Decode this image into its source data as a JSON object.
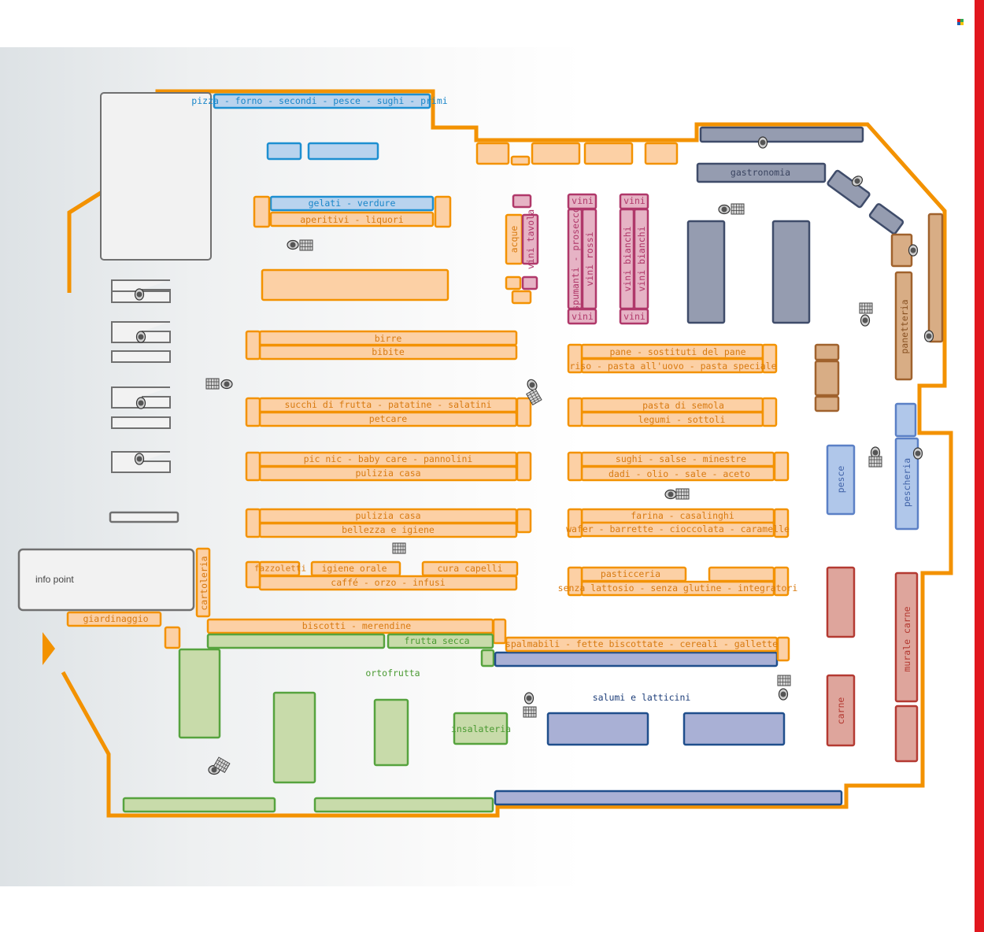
{
  "colors": {
    "wall": "#f39200",
    "orange_fill": "#fcd0a5",
    "orange_stroke": "#f39200",
    "orange_text": "#d87a10",
    "blue_fill": "#b9d3ee",
    "blue_stroke": "#1d8fd1",
    "blue_text": "#1a86c9",
    "green_fill": "#c8dbaa",
    "green_stroke": "#56a33e",
    "green_text": "#4a9a32",
    "navy_fill": "#a9b0d5",
    "navy_stroke": "#1f4e8c",
    "navy_text": "#1f3f7a",
    "slate_fill": "#959cb0",
    "slate_stroke": "#3f4c6a",
    "slate_text": "#3a4460",
    "wine_fill": "#e6b3c5",
    "wine_stroke": "#b0386a",
    "wine_text": "#b0386a",
    "brown_fill": "#d8ad85",
    "brown_stroke": "#a0622d",
    "brown_text": "#8a5324",
    "red_fill": "#dea59c",
    "red_stroke": "#b43a32",
    "red_text": "#b43a32",
    "lblue_fill": "#b0c7ea",
    "lblue_stroke": "#5b80c6",
    "lblue_text": "#4466aa",
    "gray_fill": "#f2f2f2",
    "gray_stroke": "#707070",
    "accent_red": "#e1171e"
  },
  "labels": {
    "pizza": "pizza - forno - secondi - pesce - sughi - primi",
    "gelati": "gelati - verdure",
    "aperitivi": "aperitivi - liquori",
    "birre": "birre",
    "bibite": "bibite",
    "succhi": "succhi di frutta - patatine - salatini",
    "petcare": "petcare",
    "picnic": "pic nic - baby care - pannolini",
    "pulizia_casa_1": "pulizia casa",
    "pulizia_casa_2": "pulizia casa",
    "bellezza": "bellezza e igiene",
    "fazzoletti": "fazzoletti",
    "igiene_orale": "igiene orale",
    "cura_capelli": "cura capelli",
    "caffe": "caffé - orzo - infusi",
    "cartoleria": "cartoleria",
    "info_point": "info point",
    "giardinaggio": "giardinaggio",
    "biscotti": "biscotti - merendine",
    "frutta_secca": "frutta secca",
    "ortofrutta": "ortofrutta",
    "insalateria": "insalateria",
    "salumi": "salumi e latticini",
    "spalmabili": "spalmabili - fette biscottate - cereali - gallette",
    "acque": "acque",
    "vini_tavola": "vini tavola",
    "vini_top_1": "vini",
    "vini_bottom_1": "vini",
    "vini_top_2": "vini",
    "vini_bottom_2": "vini",
    "spumanti": "spumanti - prosecco",
    "vini_rossi": "vini rossi",
    "vini_bianchi_1": "vini bianchi",
    "vini_bianchi_2": "vini bianchi",
    "pane": "pane - sostituti del pane",
    "riso": "riso - pasta all'uovo - pasta speciale",
    "pasta_semola": "pasta di semola",
    "legumi": "legumi - sottoli",
    "sughi": "sughi - salse - minestre",
    "dadi": "dadi - olio - sale - aceto",
    "farina": "farina - casalinghi",
    "wafer": "wafer - barrette - cioccolata - caramelle",
    "pasticceria": "pasticceria",
    "senza_lattosio": "senza lattosio - senza glutine - integratori",
    "gastronomia": "gastronomia",
    "panetteria": "panetteria",
    "pesce": "pesce",
    "pescheria": "pescheria",
    "carne": "carne",
    "murale_carne": "murale carne"
  },
  "icons": {
    "entrance": "entrance-arrow-icon",
    "cart": "shopping-cart-icon",
    "person": "staff-person-icon",
    "checkout": "checkout-counter-icon"
  }
}
